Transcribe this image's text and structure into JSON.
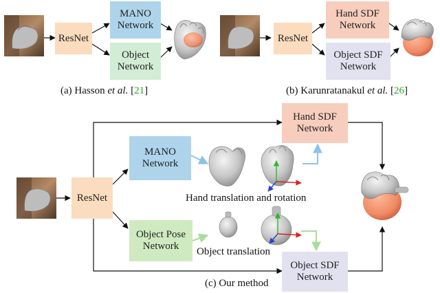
{
  "colors": {
    "resnet": "#fbdcbe",
    "mano": "#add4ea",
    "object": "#d2ecd6",
    "hand_sdf": "#f7cdbd",
    "object_sdf": "#e2e1f0",
    "object_pose": "#cfeac1",
    "arrow": "#111111",
    "arrow_blue": "#8cc3e6",
    "arrow_green": "#a9dc9d",
    "hand_mesh": "#c9c9c9",
    "object_mesh": "#f08a64",
    "ref": "#22aa22"
  },
  "panel_a": {
    "resnet": "ResNet",
    "mano": [
      "MANO",
      "Network"
    ],
    "object": [
      "Object",
      "Network"
    ],
    "caption_prefix": "(a) Hasson ",
    "caption_etal": "et al.",
    "caption_ref": "21"
  },
  "panel_b": {
    "resnet": "ResNet",
    "hand_sdf": [
      "Hand SDF",
      "Network"
    ],
    "object_sdf": [
      "Object SDF",
      "Network"
    ],
    "caption_prefix": "(b) Karunratanakul ",
    "caption_etal": "et al.",
    "caption_ref": "26"
  },
  "panel_c": {
    "resnet": "ResNet",
    "mano": [
      "MANO",
      "Network"
    ],
    "object_pose": [
      "Object Pose",
      "Network"
    ],
    "hand_sdf": [
      "Hand SDF",
      "Network"
    ],
    "object_sdf": [
      "Object SDF",
      "Network"
    ],
    "hand_label": "Hand translation and rotation",
    "object_label": "Object translation",
    "caption": "(c) Our method"
  }
}
